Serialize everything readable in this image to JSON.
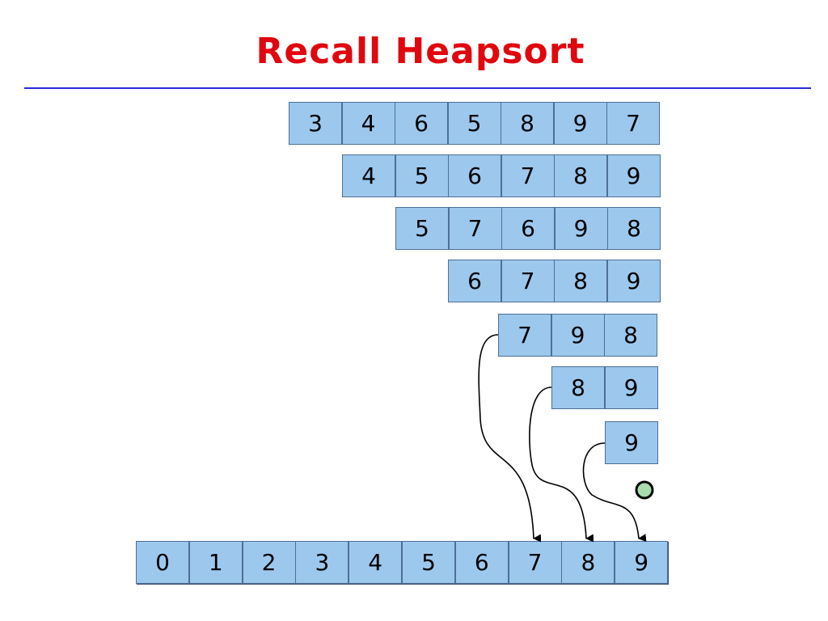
{
  "title": "Recall Heapsort",
  "rows": [
    [
      "3",
      "4",
      "6",
      "5",
      "8",
      "9",
      "7"
    ],
    [
      "4",
      "5",
      "6",
      "7",
      "8",
      "9"
    ],
    [
      "5",
      "7",
      "6",
      "9",
      "8"
    ],
    [
      "6",
      "7",
      "8",
      "9"
    ],
    [
      "7",
      "9",
      "8"
    ],
    [
      "8",
      "9"
    ],
    [
      "9"
    ]
  ],
  "result": [
    "0",
    "1",
    "2",
    "3",
    "4",
    "5",
    "6",
    "7",
    "8",
    "9"
  ],
  "colors": {
    "title": "#e0070f",
    "rule": "#2a2ad6",
    "cell_fill": "#9cc8ee",
    "cell_border": "#4d6f96",
    "marker_fill": "#a8dcae"
  }
}
